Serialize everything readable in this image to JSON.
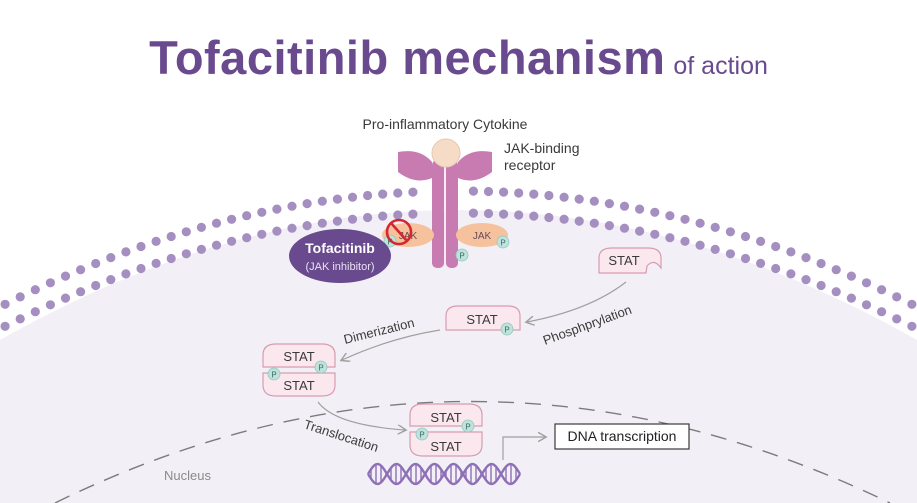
{
  "title": {
    "main": "Tofacitinib mechanism",
    "sub": "of action"
  },
  "labels": {
    "cytokine": "Pro-inflammatory Cytokine",
    "receptor_line1": "JAK-binding",
    "receptor_line2": "receptor",
    "drug_name": "Tofacitinib",
    "drug_class": "(JAK inhibitor)",
    "jak": "JAK",
    "p": "P",
    "stat": "STAT",
    "phosphorylation": "Phosphprylation",
    "dimerization": "Dimerization",
    "translocation": "Translocation",
    "dna_transcription": "DNA transcription",
    "nucleus": "Nucleus"
  },
  "colors": {
    "title": "#6a4a8e",
    "cell_fill": "#f2f0f6",
    "lipid_head": "#a58fc1",
    "receptor": "#c77bb0",
    "cytokine": "#f6dcc7",
    "jak": "#f5c29d",
    "stat_fill": "#fbe7ee",
    "stat_stroke": "#d99bb1",
    "phosphate": "#bfe3dc",
    "drug": "#6a4a8e",
    "inhibit": "#d6262e",
    "dna": "#8e70b6",
    "arrow": "#a0a0a0",
    "text": "#3a3a3a"
  }
}
